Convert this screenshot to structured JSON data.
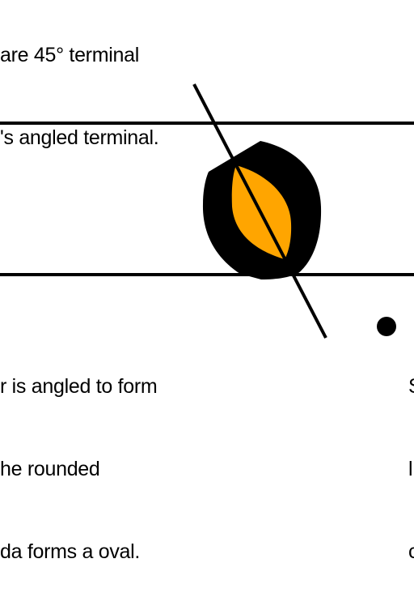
{
  "text": {
    "top_lines": [
      "are 45° terminal",
      "'s angled terminal."
    ],
    "bottom_left_lines": [
      "r is angled to form",
      "he rounded",
      "da forms a oval."
    ],
    "bottom_right_lines": [
      "S",
      "l",
      "c"
    ]
  },
  "colors": {
    "background": "#ffffff",
    "ink": "#000000",
    "counter_fill": "#FFA500"
  },
  "icons": {
    "bullet": "filled-circle-bullet"
  }
}
